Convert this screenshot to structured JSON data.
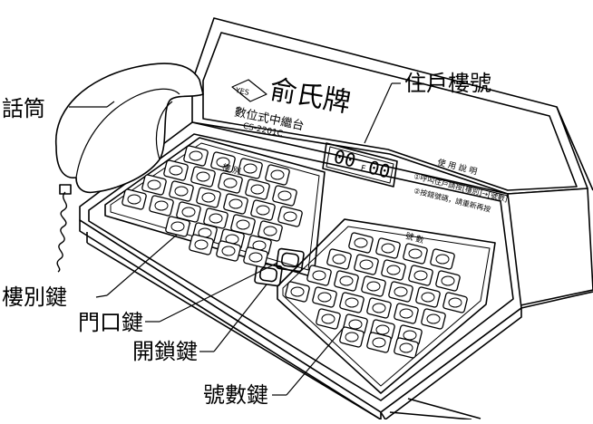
{
  "callouts": {
    "handset": "話筒",
    "resident_floor": "住戶樓號",
    "building_keys": "樓別鍵",
    "door_key": "門口鍵",
    "unlock_key": "開鎖鍵",
    "number_keys": "號數鍵"
  },
  "device": {
    "logo": "YES",
    "brand": "俞氏牌",
    "model_name": "數位式中繼台",
    "model_code": "CS-2201C",
    "display": {
      "left": "00",
      "mid": "F",
      "right": "00"
    },
    "instructions": {
      "heading": "使 用 說 明",
      "line1": "①呼叫住戶請按[樓別]→[號數]",
      "line2": "②按錯號碼，請重新再按"
    },
    "left_panel_label": "樓 別",
    "right_panel_label": "號 數"
  }
}
